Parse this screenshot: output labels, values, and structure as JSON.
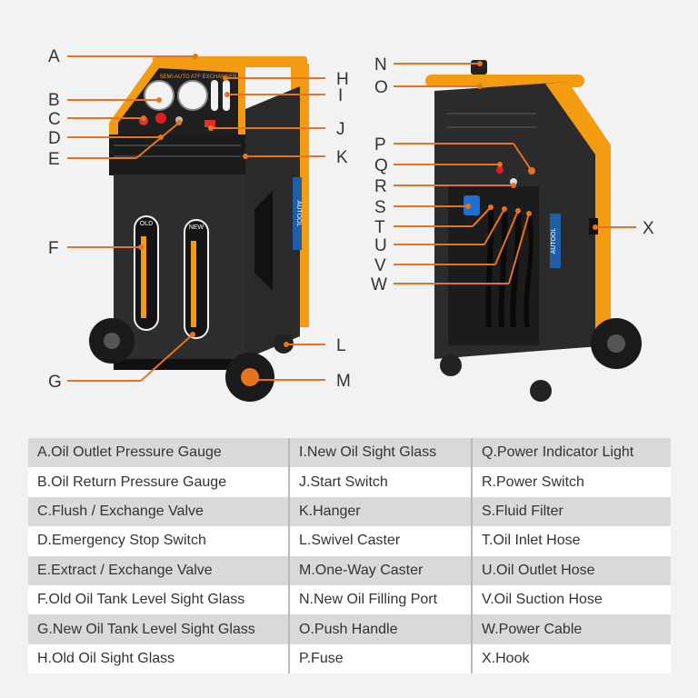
{
  "callouts": {
    "A": "A",
    "B": "B",
    "C": "C",
    "D": "D",
    "E": "E",
    "F": "F",
    "G": "G",
    "H": "H",
    "I": "I",
    "J": "J",
    "K": "K",
    "L": "L",
    "M": "M",
    "N": "N",
    "O": "O",
    "P": "P",
    "Q": "Q",
    "R": "R",
    "S": "S",
    "T": "T",
    "U": "U",
    "V": "V",
    "W": "W",
    "X": "X"
  },
  "machine": {
    "panel_title": "SEMI-AUTO ATF EXCHANGER",
    "old_tank_label": "OLD",
    "new_tank_label": "NEW",
    "brand": "AUTOOL"
  },
  "colors": {
    "accent": "#f39c12",
    "body": "#2b2b2b",
    "leader": "#e8731f"
  },
  "legend": {
    "rows": [
      [
        "A.Oil Outlet Pressure Gauge",
        "I.New Oil Sight Glass",
        "Q.Power Indicator Light"
      ],
      [
        "B.Oil Return Pressure Gauge",
        "J.Start Switch",
        "R.Power Switch"
      ],
      [
        "C.Flush / Exchange Valve",
        "K.Hanger",
        "S.Fluid Filter"
      ],
      [
        "D.Emergency Stop Switch",
        "L.Swivel Caster",
        "T.Oil Inlet Hose"
      ],
      [
        "E.Extract / Exchange Valve",
        "M.One-Way Caster",
        "U.Oil Outlet Hose"
      ],
      [
        "F.Old Oil Tank Level Sight Glass",
        "N.New Oil Filling Port",
        "V.Oil Suction Hose"
      ],
      [
        "G.New Oil Tank Level Sight Glass",
        "O.Push Handle",
        "W.Power Cable"
      ],
      [
        "H.Old Oil Sight Glass",
        "P.Fuse",
        "X.Hook"
      ]
    ]
  }
}
